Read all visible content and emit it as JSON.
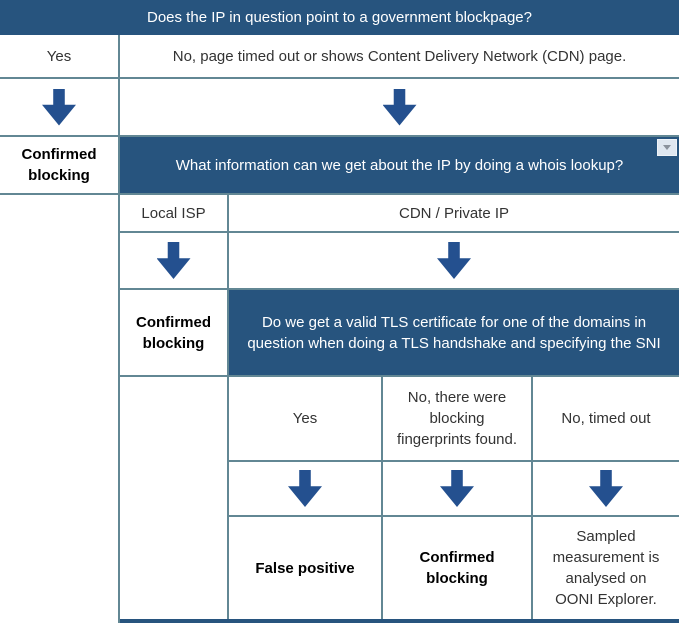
{
  "colors": {
    "header_background": "#27547E",
    "arrow_blue": "#24508F",
    "cell_border": "#628794",
    "header_text": "#FFFFFF",
    "body_text": "#333333",
    "emphasis_text": "#000000"
  },
  "icons": {
    "down_arrow": "down-arrow-icon (solid blue block arrow pointing down)",
    "dropdown_caret": "dropdown-caret-icon (small gray triangle button, top-right of whois header)"
  },
  "flowchart": {
    "question_1": "Does the IP in question point to a government blockpage?",
    "q1_answer_yes": "Yes",
    "q1_answer_no": "No, page timed out or shows Content Delivery Network (CDN) page.",
    "q1_yes_outcome": "Confirmed blocking",
    "question_2": "What information can we get about the IP by doing a whois lookup?",
    "q2_answer_local_isp": "Local ISP",
    "q2_answer_cdn": "CDN / Private IP",
    "q2_local_isp_outcome": "Confirmed blocking",
    "question_3": "Do we get a valid TLS certificate for one of the domains in question when doing a TLS handshake and specifying the SNI",
    "q3_answer_yes": "Yes",
    "q3_answer_no_fingerprints": "No, there were blocking fingerprints found.",
    "q3_answer_no_timeout": "No, timed out",
    "q3_yes_outcome": "False positive",
    "q3_no_fingerprints_outcome": "Confirmed blocking",
    "q3_no_timeout_outcome": "Sampled measurement is analysed on OONI Explorer."
  }
}
